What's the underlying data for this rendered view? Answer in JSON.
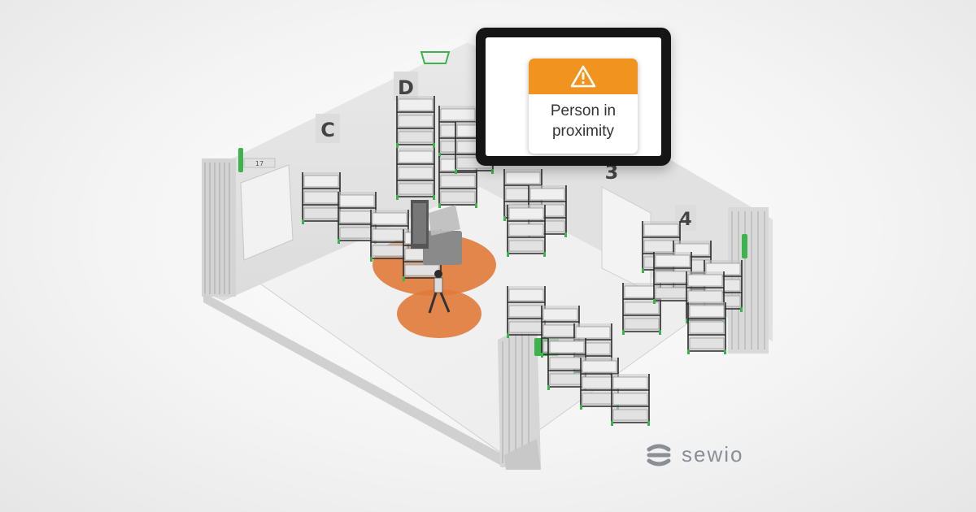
{
  "alert": {
    "icon": "warning-triangle-icon",
    "text": "Person in proximity",
    "line1": "Person in",
    "line2": "proximity",
    "header_color": "#f0941f"
  },
  "bays": {
    "c": "C",
    "d": "D",
    "three": "3",
    "four": "4",
    "door_number": "17"
  },
  "logo": {
    "icon": "sewio-logo-icon",
    "text": "sewio"
  },
  "colors": {
    "proximity_zone": "#e07a3a",
    "anchor_green": "#3cb44b"
  }
}
